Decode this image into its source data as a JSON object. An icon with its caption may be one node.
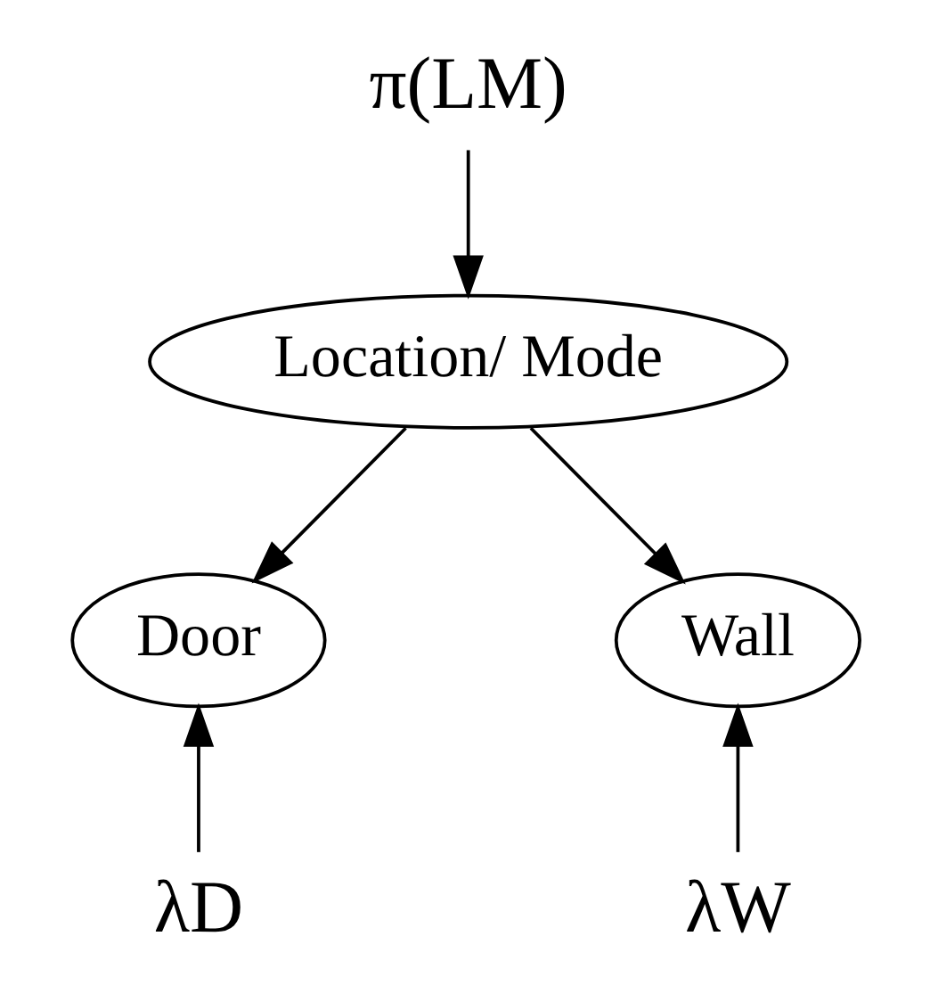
{
  "diagram": {
    "nodes": [
      {
        "text": [
          "π(LM)"
        ]
      },
      {
        "text": [
          "Location/ Mode"
        ]
      },
      {
        "text": [
          "Door"
        ]
      },
      {
        "text": [
          "Wall"
        ]
      },
      {
        "text": [
          "λD"
        ]
      },
      {
        "text": [
          "λW"
        ]
      }
    ],
    "edges": [
      {
        "from": 0,
        "to": 1,
        "arrow": "to"
      },
      {
        "from": 1,
        "to": 2,
        "arrow": "to"
      },
      {
        "from": 1,
        "to": 3,
        "arrow": "to"
      },
      {
        "from": 4,
        "to": 2,
        "arrow": "to"
      },
      {
        "from": 5,
        "to": 3,
        "arrow": "to"
      }
    ]
  }
}
